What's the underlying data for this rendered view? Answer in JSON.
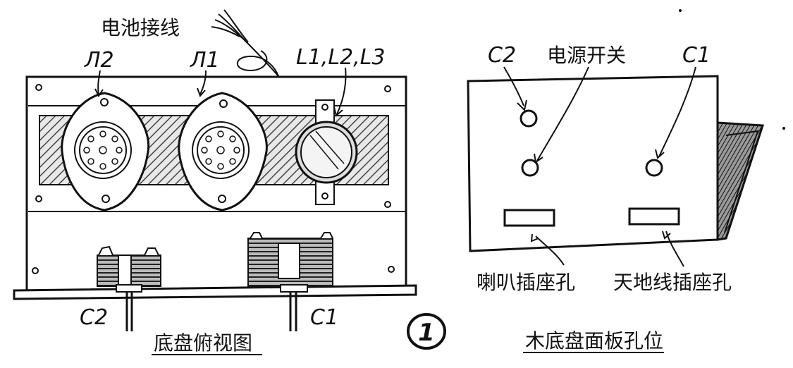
{
  "colors": {
    "ink": "#111111",
    "paper": "#ffffff",
    "hatch": "#555555"
  },
  "left_figure": {
    "battery_wire_label": "电池接线",
    "tube2_label": "Л2",
    "tube1_label": "Л1",
    "coils_label": "L1,L2,L3",
    "cap2_label": "C2",
    "cap1_label": "C1",
    "caption": "底盘俯视图"
  },
  "figure_number": "1",
  "right_figure": {
    "cap2_label": "C2",
    "power_switch_label": "电源开关",
    "cap1_label": "C1",
    "speaker_jack_label": "喇叭插座孔",
    "antenna_jack_label": "天地线插座孔",
    "caption": "木底盘面板孔位"
  }
}
